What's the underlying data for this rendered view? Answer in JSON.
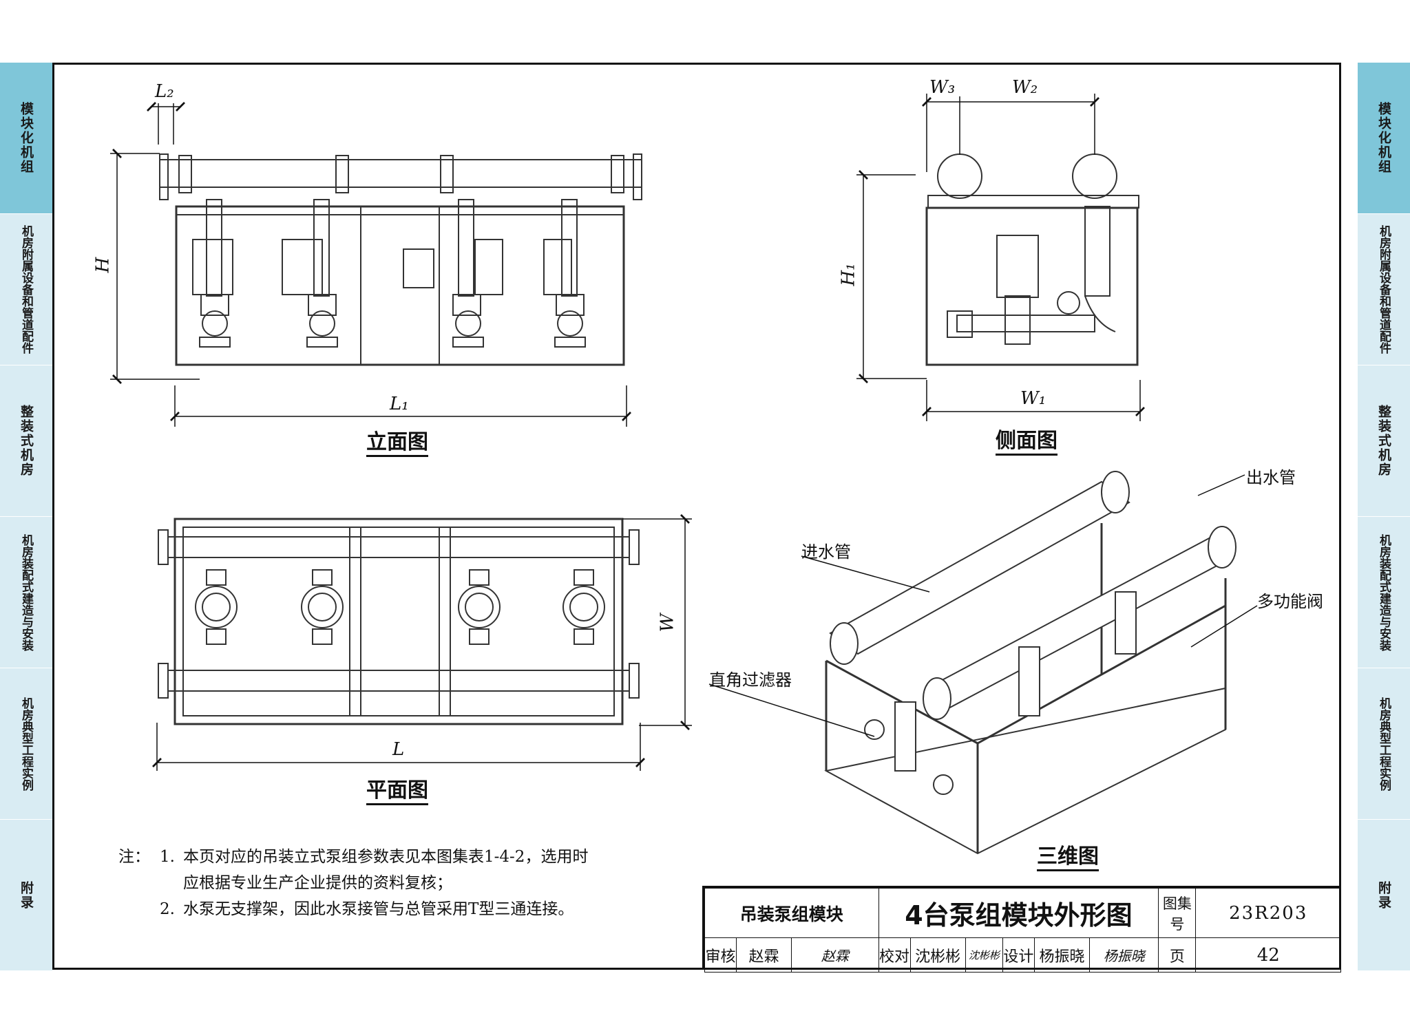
{
  "tabs_left": [
    {
      "label": "模块化机组",
      "active": true
    },
    {
      "label": "机房附属设备和管道配件",
      "active": false
    },
    {
      "label": "整装式机房",
      "active": false
    },
    {
      "label": "机房装配式建造与安装",
      "active": false
    },
    {
      "label": "机房典型工程实例",
      "active": false
    },
    {
      "label": "附录",
      "active": false
    }
  ],
  "tabs_right": [
    {
      "label": "模块化机组",
      "active": true
    },
    {
      "label": "机房附属设备和管道配件",
      "active": false
    },
    {
      "label": "整装式机房",
      "active": false
    },
    {
      "label": "机房装配式建造与安装",
      "active": false
    },
    {
      "label": "机房典型工程实例",
      "active": false
    },
    {
      "label": "附录",
      "active": false
    }
  ],
  "views": {
    "elevation": "立面图",
    "side": "侧面图",
    "plan": "平面图",
    "iso": "三维图"
  },
  "dims": {
    "L2": "L₂",
    "H": "H",
    "L1": "L₁",
    "W3": "W₃",
    "W2": "W₂",
    "H1": "H₁",
    "W1": "W₁",
    "W": "W",
    "L": "L"
  },
  "callouts": {
    "outlet": "出水管",
    "inlet": "进水管",
    "valve": "多功能阀",
    "filter": "直角过滤器"
  },
  "notes": {
    "prefix": "注：",
    "items": [
      {
        "num": "1.",
        "text": "本页对应的吊装立式泵组参数表见本图集表1-4-2，选用时"
      },
      {
        "num": "",
        "text": "应根据专业生产企业提供的资料复核；"
      },
      {
        "num": "2.",
        "text": "水泵无支撑架，因此水泵接管与总管采用T型三通连接。"
      }
    ]
  },
  "title_block": {
    "module": "吊装泵组模块",
    "title": "4台泵组模块外形图",
    "atlas_label": "图集号",
    "atlas_no": "23R203",
    "review_label": "审核",
    "review_name": "赵霖",
    "review_sig": "赵霖",
    "check_label": "校对",
    "check_name": "沈彬彬",
    "check_sig": "沈彬彬",
    "design_label": "设计",
    "design_name": "杨振晓",
    "design_sig": "杨振晓",
    "page_label": "页",
    "page_no": "42"
  },
  "colors": {
    "tab_active": "#7fc6d9",
    "tab_inactive": "#d9ecf3",
    "line": "#111111"
  }
}
